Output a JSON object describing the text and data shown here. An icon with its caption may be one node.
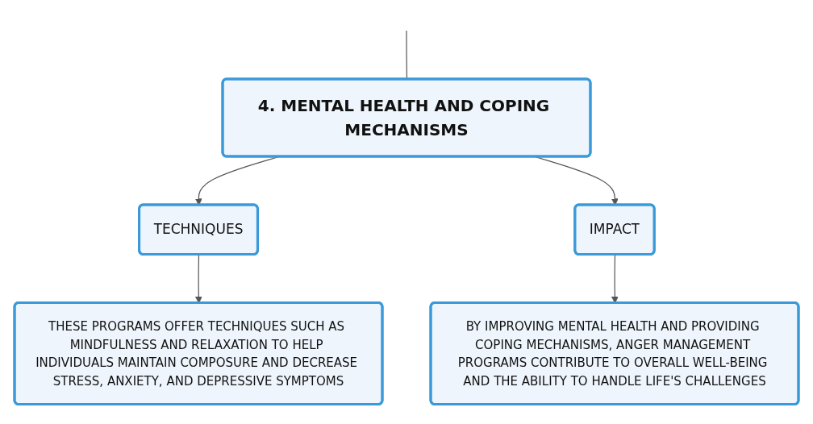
{
  "diagram": {
    "nodes": [
      {
        "text": [
          "4. MENTAL HEALTH AND COPING MECHANISMS"
        ]
      },
      {
        "text": [
          "TECHNIQUES"
        ]
      },
      {
        "text": [
          "IMPACT"
        ]
      },
      {
        "text": [
          "THESE PROGRAMS OFFER TECHNIQUES SUCH AS MINDFULNESS AND RELAXATION TO HELP INDIVIDUALS MAINTAIN COMPOSURE AND DECREASE STRESS, ANXIETY, AND DEPRESSIVE SYMPTOMS"
        ]
      },
      {
        "text": [
          "BY IMPROVING MENTAL HEALTH AND PROVIDING COPING MECHANISMS, ANGER MANAGEMENT PROGRAMS CONTRIBUTE TO OVERALL WELL-BEING AND THE ABILITY TO HANDLE LIFE'S CHALLENGES"
        ]
      }
    ],
    "edges": [
      {
        "from": null,
        "to": 0,
        "arrow": "none"
      },
      {
        "from": 0,
        "to": 1,
        "arrow": "to"
      },
      {
        "from": 0,
        "to": 2,
        "arrow": "to"
      },
      {
        "from": 1,
        "to": 3,
        "arrow": "to"
      },
      {
        "from": 2,
        "to": 4,
        "arrow": "to"
      }
    ]
  }
}
